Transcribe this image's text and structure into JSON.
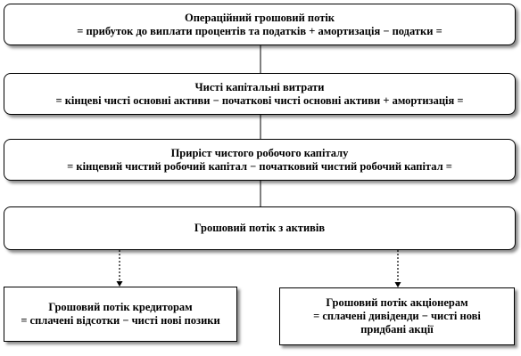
{
  "boxes": {
    "operating_cf": {
      "title": "Операційний грошовий потік",
      "formula": "= прибуток до виплати процентів та податків + амортизація − податки ="
    },
    "net_capex": {
      "title": "Чисті капітальні витрати",
      "formula": "= кінцеві чисті основні активи − початкові чисті основні активи + амортизація ="
    },
    "nwc_change": {
      "title": "Приріст чистого робочого капіталу",
      "formula": "= кінцевий чистий робочий капітал − початковий чистий робочий капітал ="
    },
    "assets_cf": {
      "title": "Грошовий потік з активів"
    },
    "creditors_cf": {
      "title": "Грошовий потік кредиторам",
      "formula": "= сплачені відсотки − чисті нові позики"
    },
    "shareholders_cf": {
      "title": "Грошовий потік акціонерам",
      "formula": "= сплачені дивіденди − чисті нові придбані акції"
    }
  }
}
